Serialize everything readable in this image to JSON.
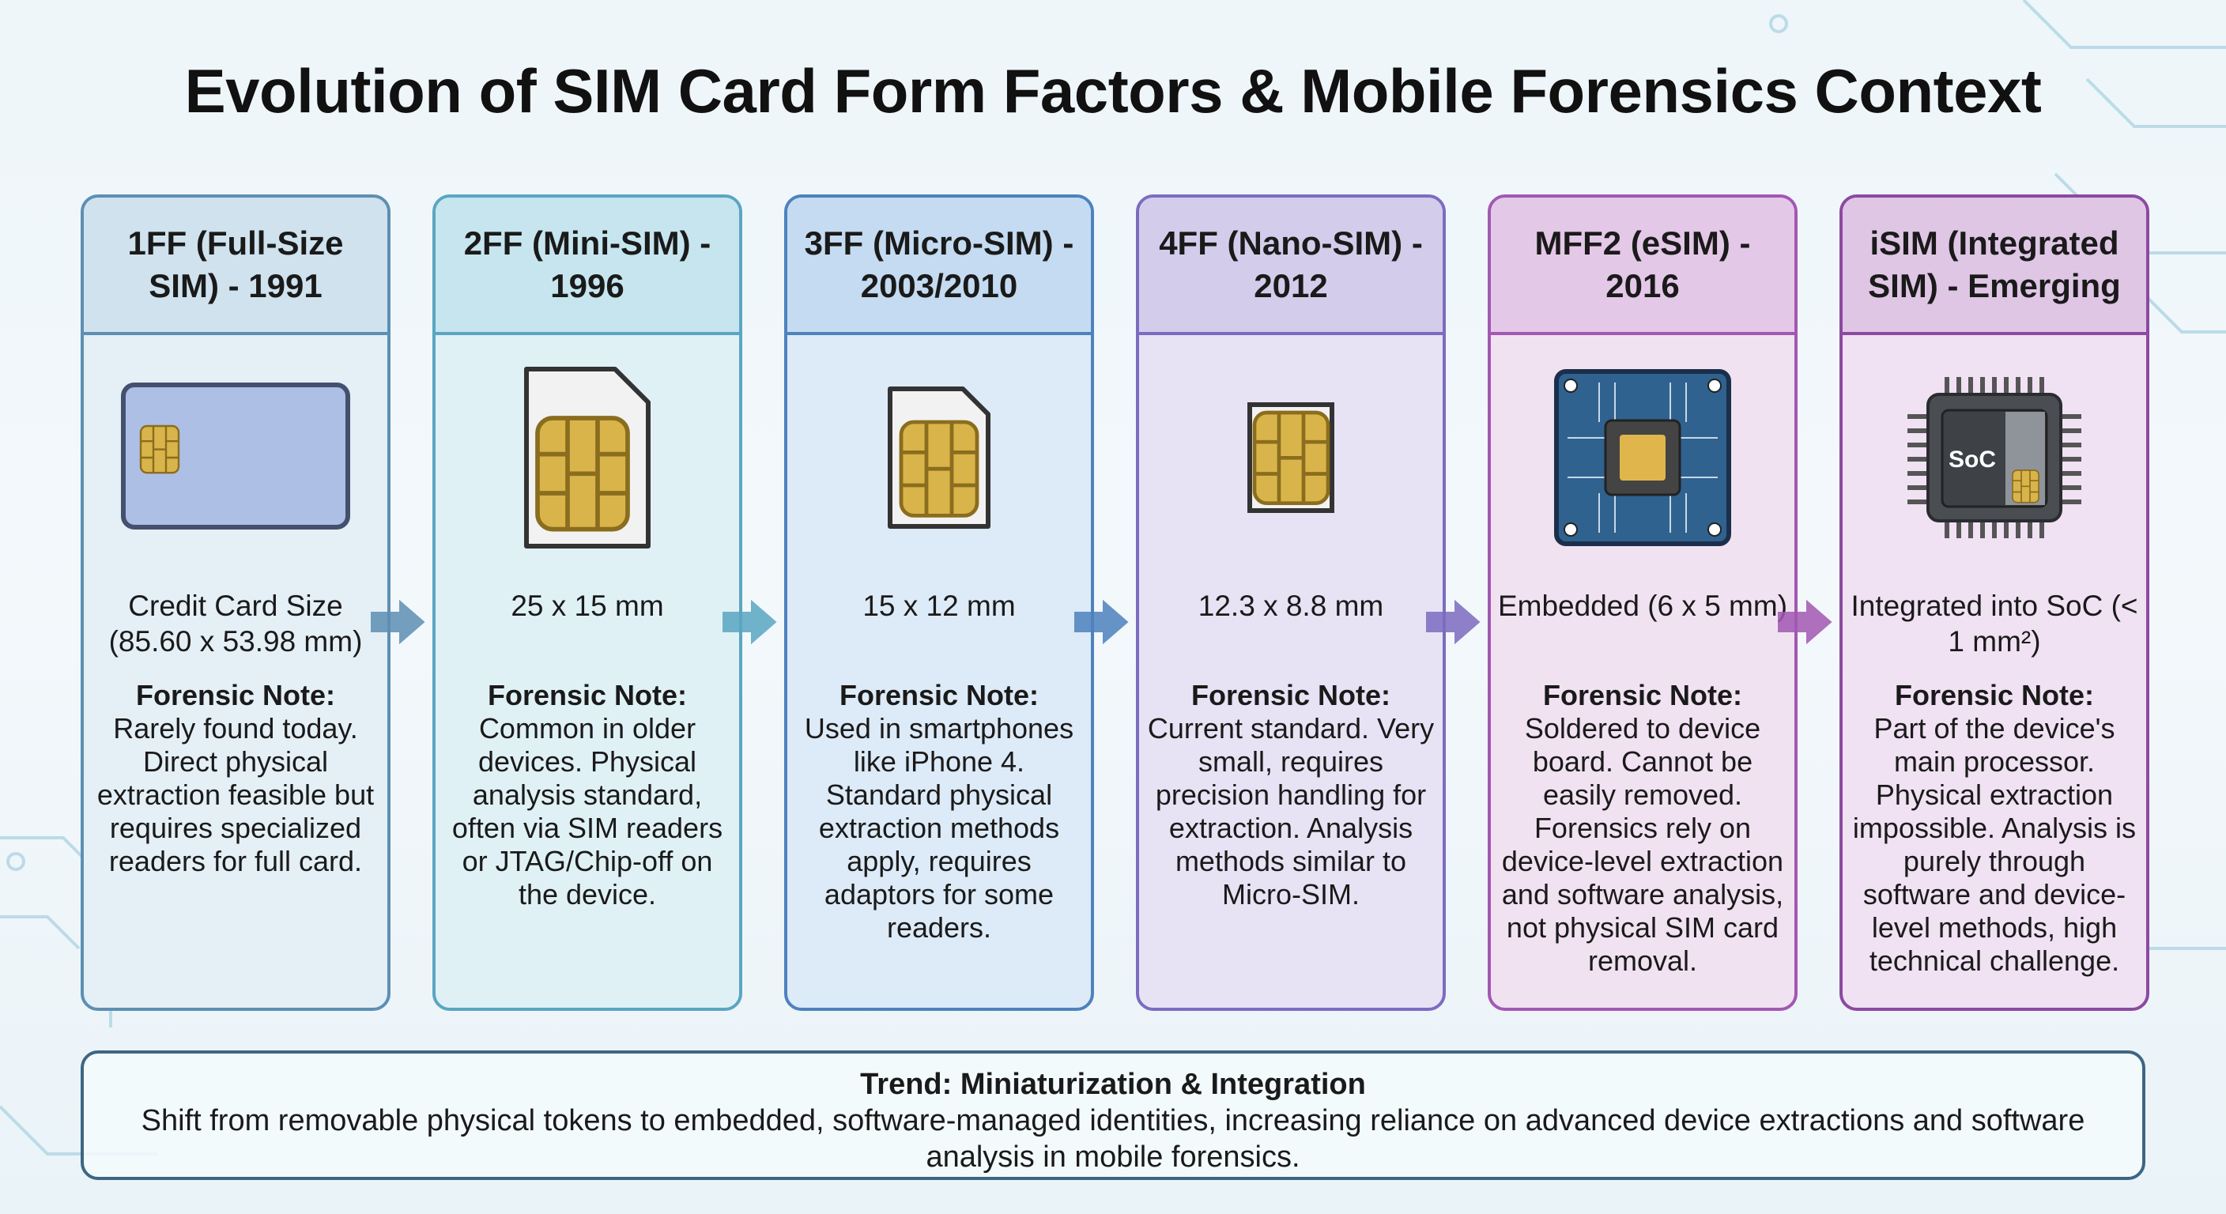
{
  "title": "Evolution of SIM Card Form Factors & Mobile Forensics Context",
  "note_label": "Forensic Note:",
  "cards": [
    {
      "title": "1FF (Full-Size SIM) - 1991",
      "size": "Credit Card Size (85.60 x 53.98 mm)",
      "note": "Rarely found today. Direct physical extraction feasible but requires specialized readers for full card.",
      "icon": "full-size-sim-icon",
      "color": "#5d8fb3"
    },
    {
      "title": "2FF (Mini-SIM) - 1996",
      "size": "25 x 15 mm",
      "note": "Common in older devices. Physical analysis standard, often via SIM readers or JTAG/Chip-off on the device.",
      "icon": "mini-sim-icon",
      "color": "#5aa6c2"
    },
    {
      "title": "3FF (Micro-SIM) - 2003/2010",
      "size": "15 x 12 mm",
      "note": "Used in smartphones like iPhone 4. Standard physical extraction methods apply, requires adaptors for some readers.",
      "icon": "micro-sim-icon",
      "color": "#4d82bd"
    },
    {
      "title": "4FF (Nano-SIM) - 2012",
      "size": "12.3 x 8.8 mm",
      "note": "Current standard. Very small, requires precision handling for extraction. Analysis methods similar to Micro-SIM.",
      "icon": "nano-sim-icon",
      "color": "#7c6cc0"
    },
    {
      "title": "MFF2 (eSIM) - 2016",
      "size": "Embedded (6 x 5 mm)",
      "note": "Soldered to device board. Cannot be easily removed. Forensics rely on device-level extraction and software analysis, not physical SIM card removal.",
      "icon": "esim-chip-icon",
      "color": "#a258b2"
    },
    {
      "title": "iSIM (Integrated SIM) - Emerging",
      "size": "Integrated into SoC (< 1 mm²)",
      "note": "Part of the device's main processor. Physical extraction impossible. Analysis is purely through software and device-level methods, high technical challenge.",
      "icon": "soc-chip-icon",
      "soc_label": "SoC",
      "color": "#8c4aa0"
    }
  ],
  "trend": {
    "title": "Trend: Miniaturization & Integration",
    "text": "Shift from removable physical tokens to embedded, software-managed identities, increasing reliance on advanced device extractions and software analysis in mobile forensics."
  }
}
